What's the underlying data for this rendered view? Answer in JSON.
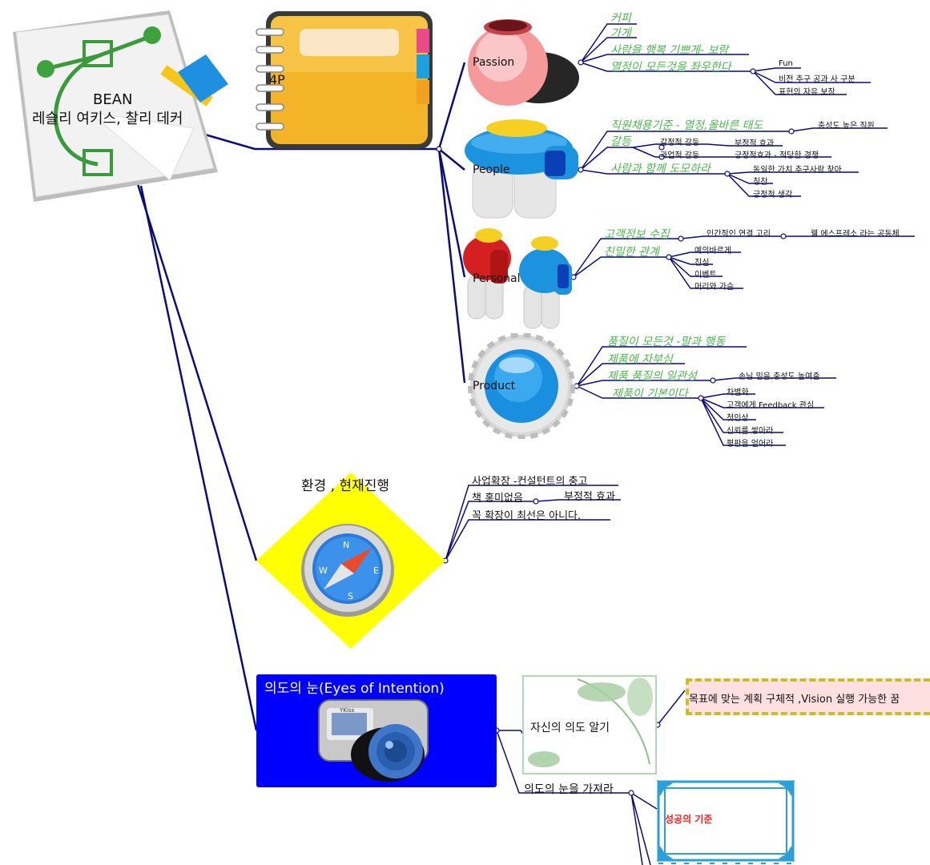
{
  "root": {
    "line1": "BEAN",
    "line2": "레슬리 여키스, 찰리 데커"
  },
  "fourp": {
    "label": "4P"
  },
  "passion": {
    "label": "Passion",
    "items": [
      "커피",
      "가게",
      "사람을 행복 기쁘게- 보람",
      "열정이 모든것을 좌우한다"
    ],
    "sub": [
      "Fun",
      "비전 추구 공과 사 구분",
      "표현의 자유 보장"
    ]
  },
  "people": {
    "label": "People",
    "items": [
      "직원채용기준 -  열정,올바른 태도",
      "갈등",
      "사람과 함께 도모하라"
    ],
    "hire_sub": [
      "충성도 높은 직원"
    ],
    "conflict_sub": [
      "감정적 갈등",
      "과업적 갈등"
    ],
    "conflict_effects": [
      "부정적 효과",
      "긍정적효과 - 적당한 경쟁"
    ],
    "together_sub": [
      "동일한 가치 추구사람 찾아",
      "칭찬",
      "긍정적 생각"
    ]
  },
  "personal": {
    "label": "Personal",
    "items": [
      "고객정보 수집",
      "친밀한 관계"
    ],
    "info_sub": [
      "인간적인 연결 고리",
      "웰 에스프레소 라는 공동체"
    ],
    "rel_sub": [
      "예의바르게",
      "진심",
      "이벤트",
      "머리와 가슴"
    ]
  },
  "product": {
    "label": "Product",
    "items": [
      "품질이 모든것 -말과 행동",
      "제품에 자부심",
      "제품 품질의 일관성",
      "제품이 기본이다"
    ],
    "consist_sub": [
      "손님 믿음,충성도 높여줌"
    ],
    "basic_sub": [
      "차별화",
      "고객에게 Feedback 관심",
      "첫인상",
      "신뢰를 쌓아라",
      "평판을 얻어라"
    ]
  },
  "env": {
    "label": "환경 , 현재진행",
    "items": [
      "사업확장 -컨설턴트의 충고",
      "책 홍미없음",
      "꼭 확장이 최선은 아니다."
    ],
    "sub": [
      "부정적 효과"
    ]
  },
  "eyes": {
    "label": "의도의 눈(Eyes of Intention)",
    "camera_brand": "YKiss",
    "items": [
      "자신의 의도 알기",
      "의도의 눈을 가져라"
    ],
    "goal": "목표에 맞는 계획 구체적 ,Vision 실행 가능한 꿈",
    "success": "성공의 기준"
  },
  "colors": {
    "link": "#0c0c7a",
    "green_text": "#4ab74a",
    "eyes_bg": "#0000ff",
    "env_bg": "#ffff00",
    "success_text": "#ff2020",
    "goal_bg": "#ffe0e0"
  }
}
